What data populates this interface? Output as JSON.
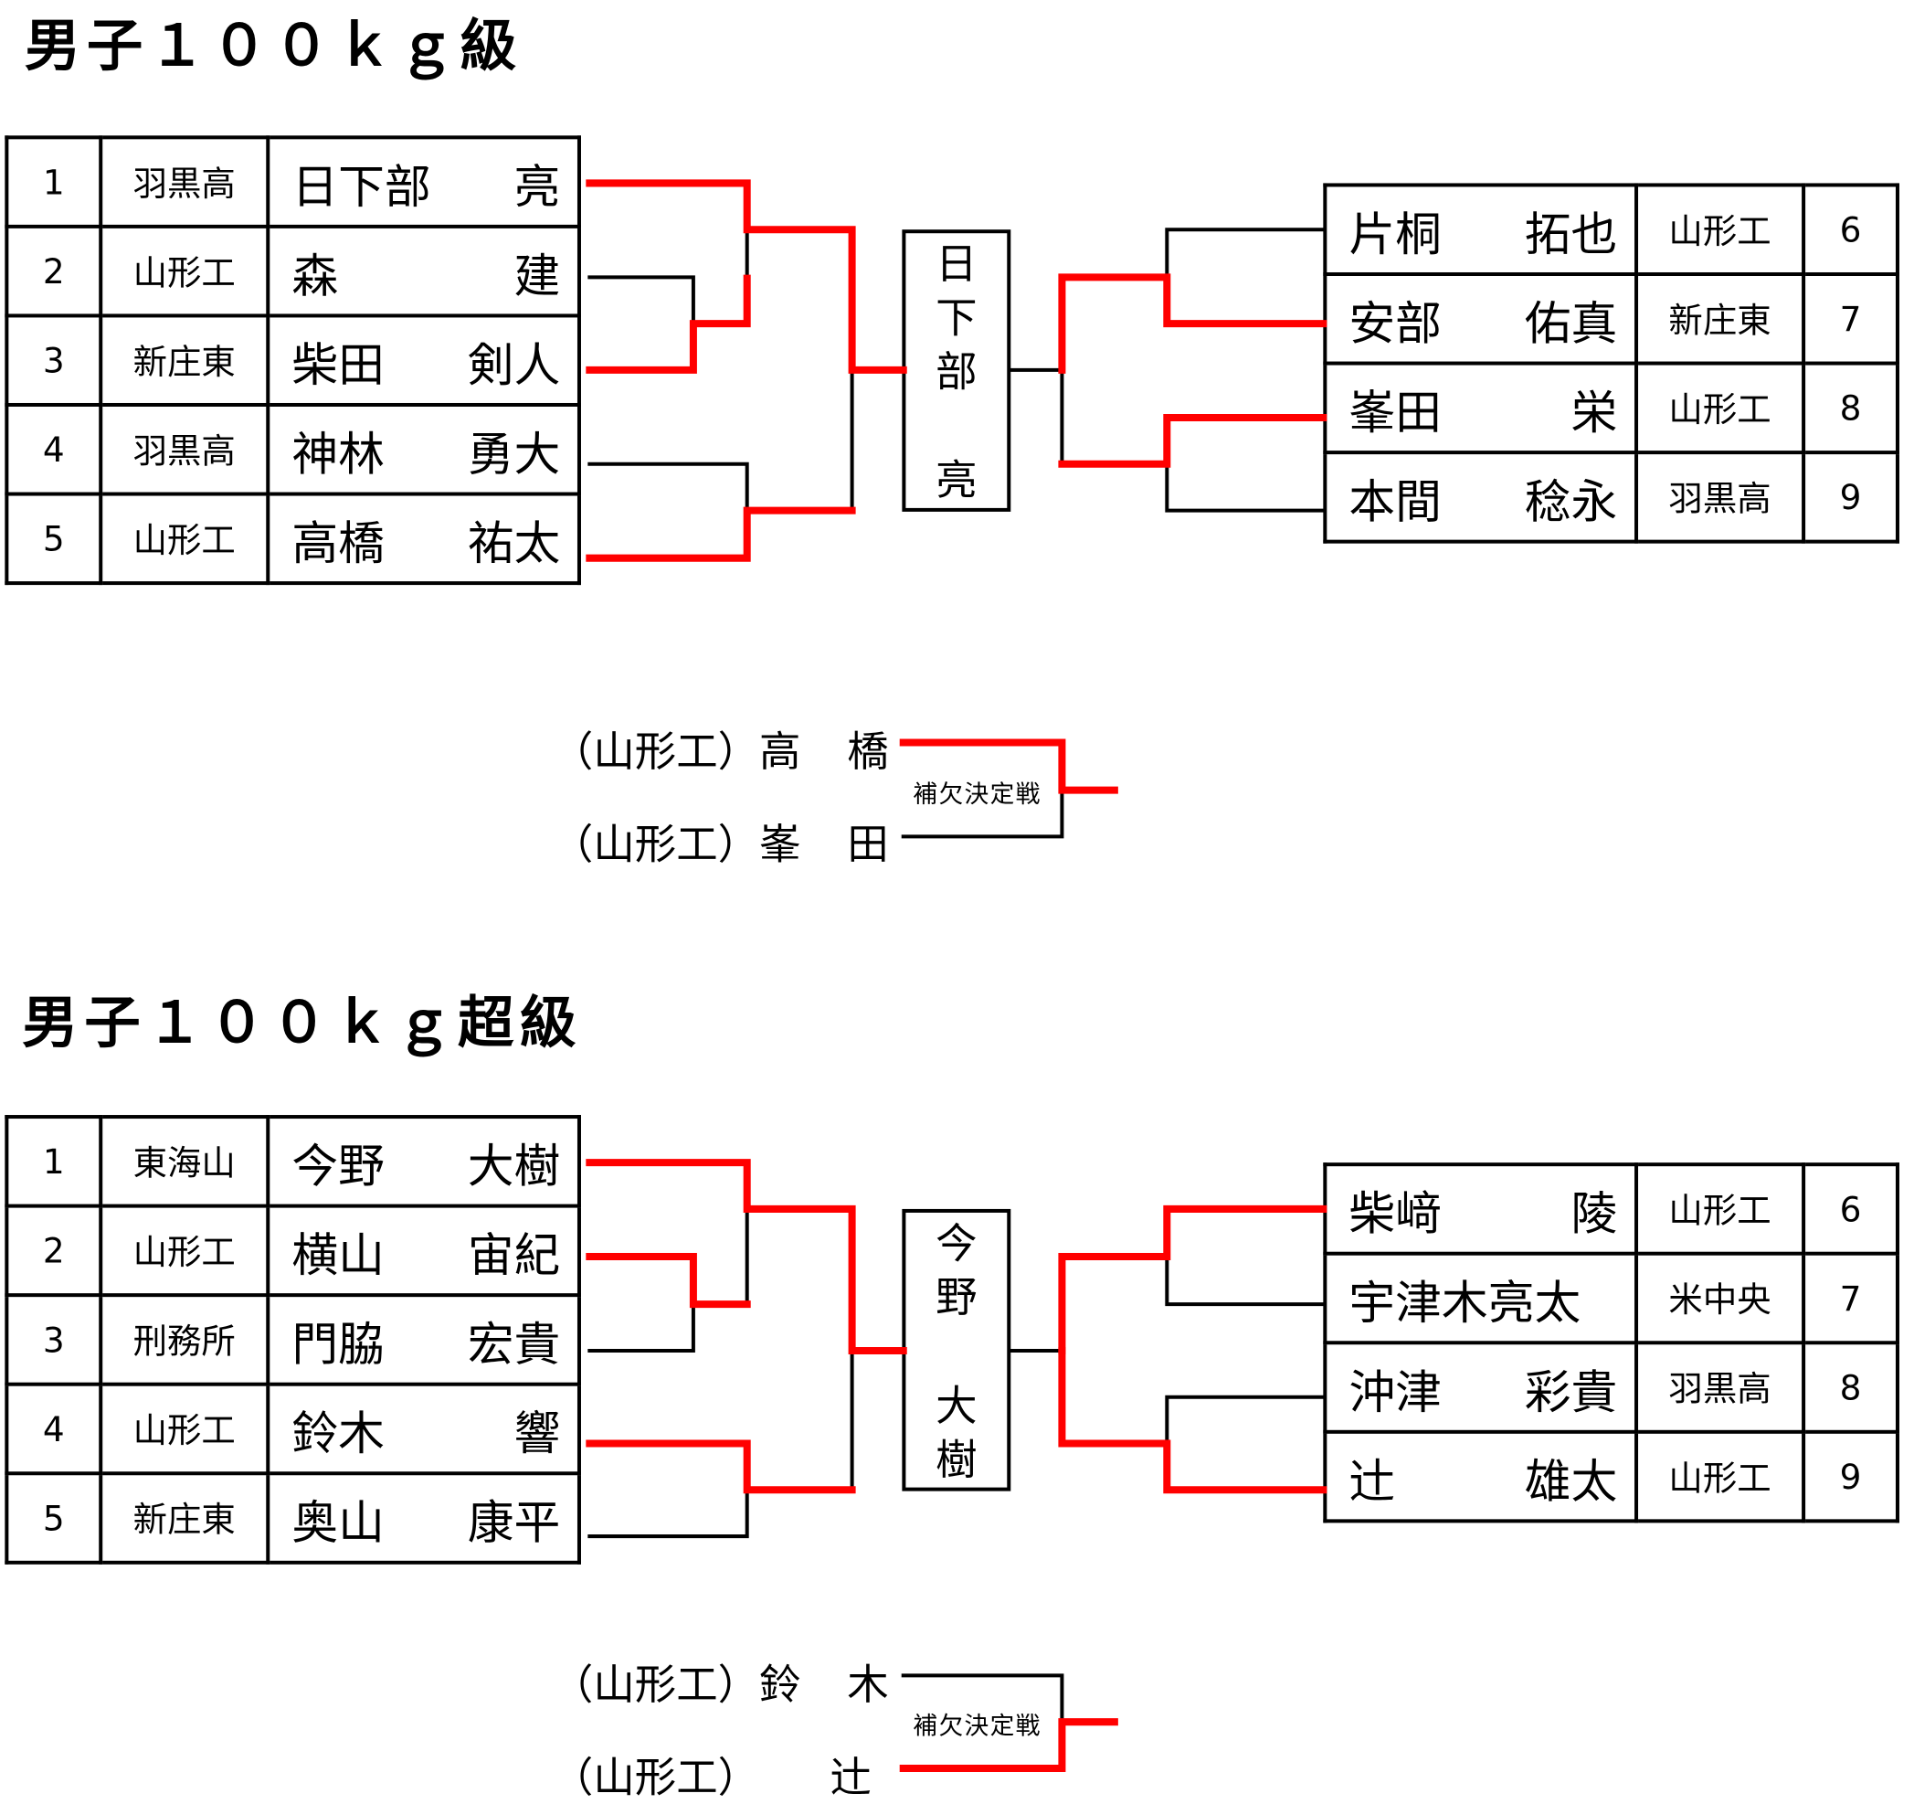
{
  "brackets": [
    {
      "title": "男子１００ｋｇ級",
      "left": [
        {
          "seed": "1",
          "school": "羽黒高",
          "family": "日下部",
          "given": "亮"
        },
        {
          "seed": "2",
          "school": "山形工",
          "family": "森",
          "given": "建"
        },
        {
          "seed": "3",
          "school": "新庄東",
          "family": "柴田",
          "given": "剣人"
        },
        {
          "seed": "4",
          "school": "羽黒高",
          "family": "神林",
          "given": "勇大"
        },
        {
          "seed": "5",
          "school": "山形工",
          "family": "高橋",
          "given": "祐太"
        }
      ],
      "right": [
        {
          "family": "片桐",
          "given": "拓也",
          "school": "山形工",
          "seed": "6"
        },
        {
          "family": "安部",
          "given": "佑真",
          "school": "新庄東",
          "seed": "7"
        },
        {
          "family": "峯田",
          "given": "栄",
          "school": "山形工",
          "seed": "8"
        },
        {
          "family": "本間",
          "given": "稔永",
          "school": "羽黒高",
          "seed": "9"
        }
      ],
      "winner_chars": [
        "日",
        "下",
        "部",
        "",
        "亮"
      ],
      "playoff": {
        "caption": "補欠決定戦",
        "top": {
          "school": "（山形工）",
          "family": "高",
          "given": "橋"
        },
        "bottom": {
          "school": "（山形工）",
          "family": "峯",
          "given": "田"
        }
      }
    },
    {
      "title": "男子１００ｋｇ超級",
      "left": [
        {
          "seed": "1",
          "school": "東海山",
          "family": "今野",
          "given": "大樹"
        },
        {
          "seed": "2",
          "school": "山形工",
          "family": "横山",
          "given": "宙紀"
        },
        {
          "seed": "3",
          "school": "刑務所",
          "family": "門脇",
          "given": "宏貴"
        },
        {
          "seed": "4",
          "school": "山形工",
          "family": "鈴木",
          "given": "響"
        },
        {
          "seed": "5",
          "school": "新庄東",
          "family": "奥山",
          "given": "康平"
        }
      ],
      "right": [
        {
          "family": "柴﨑",
          "given": "陵",
          "school": "山形工",
          "seed": "6"
        },
        {
          "family": "宇津木亮太",
          "given": "",
          "school": "米中央",
          "seed": "7"
        },
        {
          "family": "沖津",
          "given": "彩貴",
          "school": "羽黒高",
          "seed": "8"
        },
        {
          "family": "辻",
          "given": "雄太",
          "school": "山形工",
          "seed": "9"
        }
      ],
      "winner_chars": [
        "今",
        "野",
        "",
        "大",
        "樹"
      ],
      "playoff": {
        "caption": "補欠決定戦",
        "top": {
          "school": "（山形工）",
          "family": "鈴",
          "given": "木"
        },
        "bottom": {
          "school": "（山形工）",
          "family": "",
          "given": "辻"
        }
      }
    }
  ],
  "colors": {
    "win_line": "#ff0000",
    "line": "#000000"
  }
}
